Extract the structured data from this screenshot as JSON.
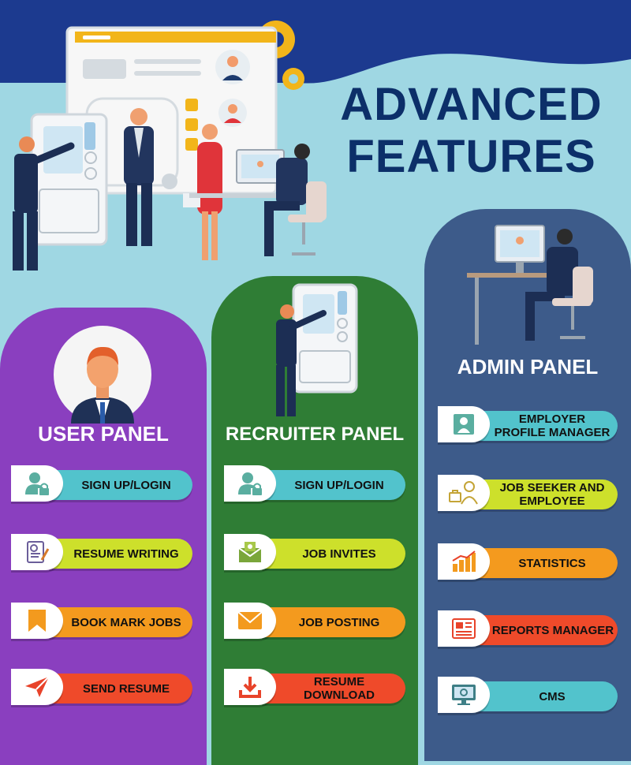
{
  "title": {
    "line1": "ADVANCED",
    "line2": "FEATURES"
  },
  "colors": {
    "background": "#9fd7e3",
    "navy": "#1c3a8f",
    "user_panel": "#8a3fbf",
    "recruiter_panel": "#2f7d35",
    "admin_panel": "#3d5b8a",
    "teal": "#52c3cc",
    "lime": "#cde02b",
    "orange": "#f49a1e",
    "red": "#ef4a2a"
  },
  "user_panel": {
    "title": "USER PANEL",
    "features": [
      {
        "label": "SIGN UP/LOGIN",
        "icon": "user-lock-icon",
        "color": "teal"
      },
      {
        "label": "RESUME WRITING",
        "icon": "resume-icon",
        "color": "lime"
      },
      {
        "label": "BOOK MARK JOBS",
        "icon": "bookmark-icon",
        "color": "orange"
      },
      {
        "label": "SEND RESUME",
        "icon": "paper-plane-icon",
        "color": "red"
      }
    ]
  },
  "recruiter_panel": {
    "title": "RECRUITER PANEL",
    "features": [
      {
        "label": "SIGN UP/LOGIN",
        "icon": "user-lock-icon",
        "color": "teal"
      },
      {
        "label": "JOB INVITES",
        "icon": "invite-envelope-icon",
        "color": "lime"
      },
      {
        "label": "JOB POSTING",
        "icon": "envelope-icon",
        "color": "orange"
      },
      {
        "label": "RESUME DOWNLOAD",
        "icon": "download-icon",
        "color": "red"
      }
    ]
  },
  "admin_panel": {
    "title": "ADMIN PANEL",
    "features": [
      {
        "label": "EMPLOYER PROFILE MANAGER",
        "icon": "employer-icon",
        "color": "teal"
      },
      {
        "label": "JOB SEEKER AND EMPLOYEE",
        "icon": "job-seeker-icon",
        "color": "lime"
      },
      {
        "label": "STATISTICS",
        "icon": "bar-chart-icon",
        "color": "orange"
      },
      {
        "label": "REPORTS MANAGER",
        "icon": "report-icon",
        "color": "red"
      },
      {
        "label": "CMS",
        "icon": "cms-monitor-icon",
        "color": "teal"
      }
    ]
  }
}
